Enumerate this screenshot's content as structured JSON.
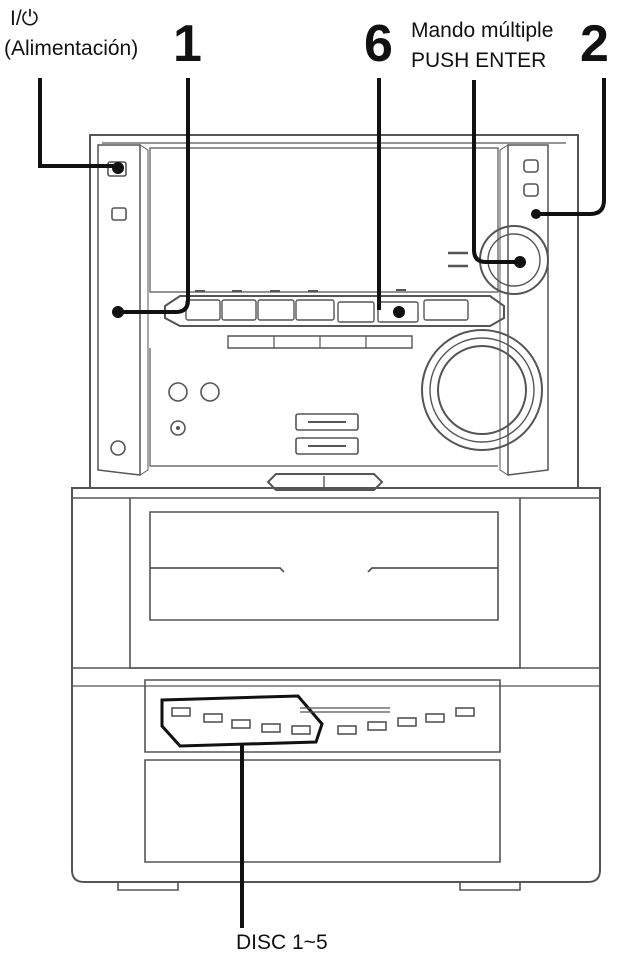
{
  "labels": {
    "power_symbol": "I/⏻",
    "power_caption": "(Alimentación)",
    "callout_1": "1",
    "callout_6": "6",
    "callout_2": "2",
    "multi_dial_line1": "Mando múltiple",
    "multi_dial_line2": "PUSH ENTER",
    "disc_buttons": "DISC 1~5"
  },
  "colors": {
    "ink": "#1a1a1a",
    "line": "#555555",
    "panel": "#fafafa",
    "shade": "#d9d9d9"
  }
}
